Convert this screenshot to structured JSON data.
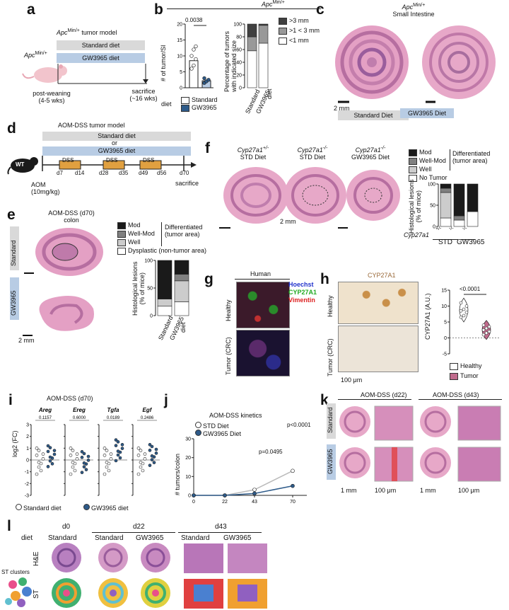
{
  "panels": {
    "a": "a",
    "b": "b",
    "c": "c",
    "d": "d",
    "e": "e",
    "f": "f",
    "g": "g",
    "h": "h",
    "i": "i",
    "j": "j",
    "k": "k",
    "l": "l"
  },
  "panel_a": {
    "model": "Apc",
    "model_sup": "Min/+",
    "model_suffix": " tumor model",
    "bar1": "Standard diet",
    "bar2": "GW3965 diet",
    "mouse_label": "Apc",
    "mouse_sup": "Min/+",
    "start": "post-weaning",
    "start_age": "(4-5 wks)",
    "end": "sacrifice",
    "end_age": "(~16 wks)"
  },
  "panel_b": {
    "header": "Apc",
    "header_sup": "Min/+",
    "ylabel1": "# of tumor/SI",
    "pvalue": "0.0038",
    "diet": "diet",
    "legend_standard": "Standard",
    "legend_gw": "GW3965",
    "ylabel2a": "Percentage of tumors",
    "ylabel2b": "with indicated size",
    "size_legend": [
      ">3 mm",
      ">1 < 3 mm",
      "<1 mm"
    ],
    "xcats": [
      "Standard",
      "GW3965"
    ],
    "diet2": "diet"
  },
  "panel_c": {
    "title1": "Apc",
    "title1_sup": "Min/+",
    "title2": "Small Intestine",
    "scale": "2 mm",
    "left_label": "Standard Diet",
    "right_label": "GW3965 Diet"
  },
  "panel_d": {
    "title": "AOM-DSS tumor model",
    "bar1": "Standard diet",
    "or": "or",
    "bar2": "GW3965 diet",
    "mouse": "WT",
    "dss": [
      "DSS",
      "DSS",
      "DSS"
    ],
    "days": [
      "d7",
      "d14",
      "d28",
      "d35",
      "d49",
      "d56",
      "d70"
    ],
    "aom": "AOM",
    "aom_dose": "(10mg/kg)",
    "sacrifice": "sacrifice"
  },
  "panel_e": {
    "title1": "AOM-DSS (d70)",
    "title2": "colon",
    "side1": "Standard",
    "side2": "GW3965",
    "scale": "2 mm",
    "legend": [
      "Mod",
      "Well-Mod",
      "Well",
      "Dysplastic (non-tumor area)"
    ],
    "bracket1": "Differentiated",
    "bracket2": "(tumor area)",
    "ylabel1": "Histological lesions",
    "ylabel2": "(% of mice)",
    "xcats": [
      "Standard",
      "GW3965"
    ],
    "diet": "diet"
  },
  "panel_f": {
    "cols": [
      {
        "gene": "Cyp27a1",
        "sup": "+/-",
        "diet": "STD Diet"
      },
      {
        "gene": "Cyp27a1",
        "sup": "-/-",
        "diet": "STD Diet"
      },
      {
        "gene": "Cyp27a1",
        "sup": "-/-",
        "diet": "GW3965 Diet"
      }
    ],
    "scale": "2 mm",
    "legend": [
      "Mod",
      "Well-Mod",
      "Well",
      "No Tumor"
    ],
    "bracket1": "Differentiated",
    "bracket2": "(tumor area)",
    "ylabel1": "Histological lesions",
    "ylabel2": "(% of mice)",
    "gene": "Cyp27a1",
    "geno": [
      "+/-",
      "-/-",
      "-/-"
    ],
    "grp1": "STD",
    "grp2": "GW3965"
  },
  "panel_g": {
    "title": "Human",
    "legend": [
      "Hoechst",
      "CYP27A1",
      "Vimentin"
    ],
    "rows": [
      "Healthy",
      "Tumor (CRC)"
    ]
  },
  "panel_h": {
    "title": "CYP27A1",
    "rows": [
      "Healthy",
      "Tumor (CRC)"
    ],
    "scale": "100 μm",
    "pvalue": "<0.0001",
    "ylabel": "CYP27A1 (A.U.)",
    "legend": [
      "Healthy",
      "Tumor"
    ]
  },
  "panel_i": {
    "title": "AOM-DSS (d70)",
    "genes": [
      "Areg",
      "Ereg",
      "Tgfa",
      "Egf"
    ],
    "pvalues": [
      "0.1157",
      "0.6000",
      "0.0189",
      "0.2486"
    ],
    "ylabel": "log2 (FC)",
    "legend": [
      "Standard diet",
      "GW3965 diet"
    ]
  },
  "panel_j": {
    "title": "AOM-DSS kinetics",
    "legend": [
      "STD Diet",
      "GW3965 Diet"
    ],
    "ylabel": "# tumors/colon",
    "p1": "p=0.0495",
    "p2": "p<0.0001"
  },
  "panel_k": {
    "titles": [
      "AOM-DSS (d22)",
      "AOM-DSS (d43)"
    ],
    "rows": [
      "Standard",
      "GW3965"
    ],
    "scale1": "1 mm",
    "scale2": "100 μm"
  },
  "panel_l": {
    "days": [
      "d0",
      "d22",
      "d43"
    ],
    "diet": "diet",
    "cols": [
      "Standard",
      "Standard",
      "GW3965",
      "Standard",
      "GW3965"
    ],
    "rows": [
      "H&E",
      "ST"
    ],
    "clusters": "ST clusters"
  },
  "colors": {
    "grey_bar": "#d9d9d9",
    "blue_bar": "#b8cce4",
    "he_pink": "#d889b5",
    "he_purple": "#8a4f98",
    "mod": "#1a1a1a",
    "wellmod": "#808080",
    "well": "#cccccc",
    "none": "#ffffff",
    "std_dot": "#ffffff",
    "gw_dot": "#2e5b8a",
    "tumor_violin": "#c06b8c",
    "dss": "#e0a040"
  },
  "chart_data": [
    {
      "type": "bar",
      "panel": "b-left",
      "categories": [
        "Standard",
        "GW3965"
      ],
      "values": [
        8.5,
        2.2
      ],
      "points": [
        [
          6,
          7,
          9,
          10,
          12,
          13
        ],
        [
          1.5,
          2,
          2.5,
          3
        ]
      ],
      "ylim": [
        0,
        20
      ],
      "yticks": [
        0,
        5,
        10,
        15,
        20
      ],
      "ylabel": "# of tumor/SI"
    },
    {
      "type": "bar",
      "panel": "b-right",
      "stacked": true,
      "categories": [
        "Standard",
        "GW3965"
      ],
      "series": [
        {
          "name": "<1 mm",
          "values": [
            58,
            70
          ]
        },
        {
          "name": ">1 < 3 mm",
          "values": [
            22,
            28
          ]
        },
        {
          "name": ">3 mm",
          "values": [
            20,
            2
          ]
        }
      ],
      "ylim": [
        0,
        100
      ],
      "yticks": [
        0,
        20,
        40,
        60,
        80,
        100
      ]
    },
    {
      "type": "bar",
      "panel": "e",
      "stacked": true,
      "categories": [
        "Standard",
        "GW3965"
      ],
      "series": [
        {
          "name": "Dysplastic (non-tumor area)",
          "values": [
            17,
            25
          ]
        },
        {
          "name": "Well",
          "values": [
            13,
            38
          ]
        },
        {
          "name": "Well-Mod",
          "values": [
            0,
            12
          ]
        },
        {
          "name": "Mod",
          "values": [
            70,
            25
          ]
        }
      ],
      "ylim": [
        0,
        100
      ],
      "yticks": [
        0,
        50,
        100
      ]
    },
    {
      "type": "bar",
      "panel": "f",
      "stacked": true,
      "categories": [
        "+/-",
        "-/-",
        "-/-"
      ],
      "series": [
        {
          "name": "No Tumor",
          "values": [
            20,
            15,
            35
          ]
        },
        {
          "name": "Well",
          "values": [
            60,
            0,
            0
          ]
        },
        {
          "name": "Well-Mod",
          "values": [
            10,
            10,
            0
          ]
        },
        {
          "name": "Mod",
          "values": [
            10,
            75,
            65
          ]
        }
      ],
      "ylim": [
        0,
        100
      ],
      "yticks": [
        0,
        50,
        100
      ]
    },
    {
      "type": "scatter",
      "panel": "h",
      "categories": [
        "Healthy",
        "Tumor"
      ],
      "points": [
        [
          6.5,
          7,
          8,
          8.5,
          9,
          10,
          11
        ],
        [
          1,
          1.5,
          2,
          2.5,
          3,
          3.5,
          4
        ]
      ],
      "ylim": [
        -5,
        15
      ],
      "yticks": [
        -5,
        0,
        5,
        10,
        15
      ]
    },
    {
      "type": "scatter",
      "panel": "i",
      "genes": [
        "Areg",
        "Ereg",
        "Tgfa",
        "Egf"
      ],
      "ylim": [
        -3,
        3
      ],
      "yticks": [
        -3,
        -2,
        -1,
        0,
        1,
        2,
        3
      ],
      "standard_mean": [
        0,
        0,
        0,
        0
      ],
      "gw_mean": [
        0.4,
        -0.1,
        0.9,
        0.5
      ]
    },
    {
      "type": "line",
      "panel": "j",
      "x": [
        0,
        22,
        43,
        70
      ],
      "series": [
        {
          "name": "STD Diet",
          "values": [
            0,
            0,
            3,
            13
          ]
        },
        {
          "name": "GW3965 Diet",
          "values": [
            0,
            0,
            1,
            5
          ]
        }
      ],
      "ylim": [
        0,
        30
      ],
      "yticks": [
        0,
        10,
        20,
        30
      ],
      "xticks": [
        0,
        22,
        43,
        70
      ]
    }
  ]
}
